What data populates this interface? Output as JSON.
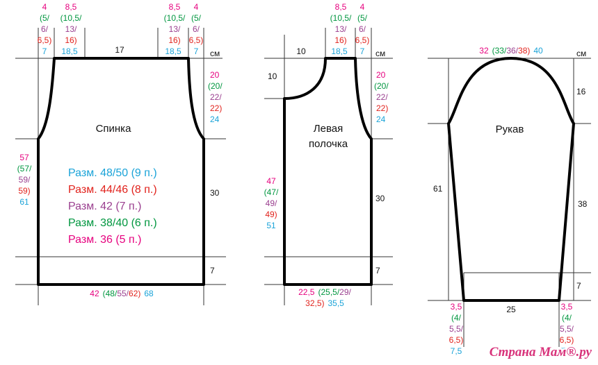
{
  "colors": {
    "magenta": "#e6007e",
    "green": "#00963f",
    "purple": "#9a3f8f",
    "red": "#e1221c",
    "cyan": "#1aa3d8",
    "outline": "#000000",
    "dimline": "#333333"
  },
  "unit": "см",
  "back": {
    "title": "Спинка",
    "top_width": "17",
    "armhole_height": "30",
    "rib_height": "7",
    "left_neck_col": [
      "4",
      "(5/",
      "6/",
      "6,5)",
      "7"
    ],
    "left_shoulder_col": [
      "8,5",
      "(10,5/",
      "13/",
      "16)",
      "18,5"
    ],
    "right_shoulder_col": [
      "8,5",
      "(10,5/",
      "13/",
      "16)",
      "18,5"
    ],
    "right_neck_col": [
      "4",
      "(5/",
      "6/",
      "6,5)",
      "7"
    ],
    "armhole_col": [
      "20",
      "(20/",
      "22/",
      "22)",
      "24"
    ],
    "side_col": [
      "57",
      "(57/",
      "59/",
      "59)",
      "61"
    ],
    "bottom": [
      "42",
      "(48/",
      "55/",
      "62)",
      "68"
    ]
  },
  "legend": [
    {
      "text": "Разм. 48/50 (9 п.)",
      "color": "cyan"
    },
    {
      "text": "Разм. 44/46 (8 п.)",
      "color": "red"
    },
    {
      "text": "Разм. 42 (7 п.)",
      "color": "purple"
    },
    {
      "text": "Разм. 38/40 (6 п.)",
      "color": "green"
    },
    {
      "text": "Разм. 36 (5 п.)",
      "color": "magenta"
    }
  ],
  "front": {
    "title_line1": "Левая",
    "title_line2": "полочка",
    "neck_width": "10",
    "neck_depth": "10",
    "armhole_height": "30",
    "rib_height": "7",
    "shoulder_col": [
      "8,5",
      "(10,5/",
      "13/",
      "16)",
      "18,5"
    ],
    "neck_col": [
      "4",
      "(5/",
      "6/",
      "6,5)",
      "7"
    ],
    "armhole_col": [
      "20",
      "(20/",
      "22/",
      "22)",
      "24"
    ],
    "side_col": [
      "47",
      "(47/",
      "49/",
      "49)",
      "51"
    ],
    "bottom_line1": [
      "22,5",
      "(25,5/",
      "29/"
    ],
    "bottom_line2": [
      "32,5)",
      "35,5"
    ]
  },
  "sleeve": {
    "title": "Рукав",
    "top": [
      "32",
      "(33/",
      "36/",
      "38)",
      "40"
    ],
    "cap_height": "16",
    "length_right": "38",
    "length_left": "61",
    "cuff_height": "7",
    "cuff_width": "25",
    "left_bottom_col": [
      "3,5",
      "(4/",
      "5,5/",
      "6,5)",
      "7,5"
    ],
    "right_bottom_col": [
      "3,5",
      "(4/",
      "5,5/",
      "6,5)",
      "7,5"
    ]
  },
  "watermark": "Страна Мам®.ру"
}
